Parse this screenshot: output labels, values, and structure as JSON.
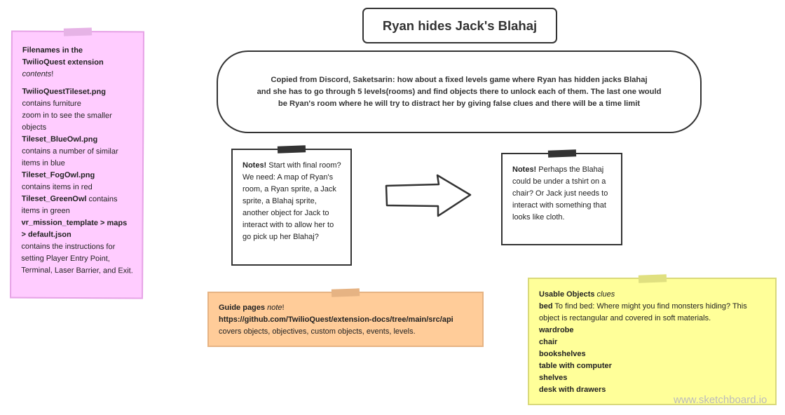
{
  "title": "Ryan hides Jack's Blahaj",
  "discord": {
    "line1": "Copied from Discord, Saketsarin: how about a fixed levels game where Ryan has hidden jacks Blahaj",
    "line2": "and she has to go through 5 levels(rooms) and find objects there to unlock each of them. The last one would",
    "line3": "be Ryan's room where he will try to distract her by giving false clues and there will be a time limit"
  },
  "pink_note": {
    "heading_line1": "Filenames in the",
    "heading_line2": "TwilioQuest extension",
    "heading_contents": "contents",
    "heading_bang": "!",
    "items": [
      {
        "name": "TwilioQuestTileset.png",
        "desc": [
          "contains furniture",
          "zoom in to see the smaller objects"
        ]
      },
      {
        "name": "Tileset_BlueOwl.png",
        "desc": [
          "contains a number of similar items in blue"
        ]
      },
      {
        "name": "Tileset_FogOwl.png",
        "desc": [
          "contains items in red"
        ]
      },
      {
        "name": "Tileset_GreenOwl",
        "inline": " contains items in green"
      },
      {
        "name": "vr_mission_template > maps > default.json",
        "desc": [
          "contains the instructions for setting Player Entry Point, Terminal, Laser Barrier, and Exit."
        ]
      }
    ]
  },
  "note1": {
    "label": "Notes!",
    "text": " Start with final room? We need: A map of Ryan's room, a Ryan sprite, a Jack sprite, a Blahaj sprite, another object for Jack to interact with to allow her to go pick up her Blahaj?"
  },
  "note2": {
    "label": "Notes!",
    "text": " Perhaps the Blahaj could be under a tshirt on a chair? Or Jack just needs to interact with something that looks like cloth."
  },
  "guide": {
    "label": "Guide pages",
    "note_word": "note",
    "bang": "!",
    "url": "https://github.com/TwilioQuest/extension-docs/tree/main/src/api",
    "desc": "covers objects, objectives, custom objects, events, levels."
  },
  "usable": {
    "heading": "Usable Objects",
    "heading_italic": "clues",
    "bed_label": "bed",
    "bed_text": " To find bed: Where might you find monsters hiding? This object is rectangular and covered in soft materials.",
    "objects": [
      "wardrobe",
      "chair",
      "bookshelves",
      "table with computer",
      "shelves",
      "desk with drawers"
    ]
  },
  "watermark": "www.sketchboard.io",
  "colors": {
    "pink": "#ffccff",
    "orange": "#ffcc99",
    "yellow": "#ffff99",
    "ink": "#333333"
  }
}
